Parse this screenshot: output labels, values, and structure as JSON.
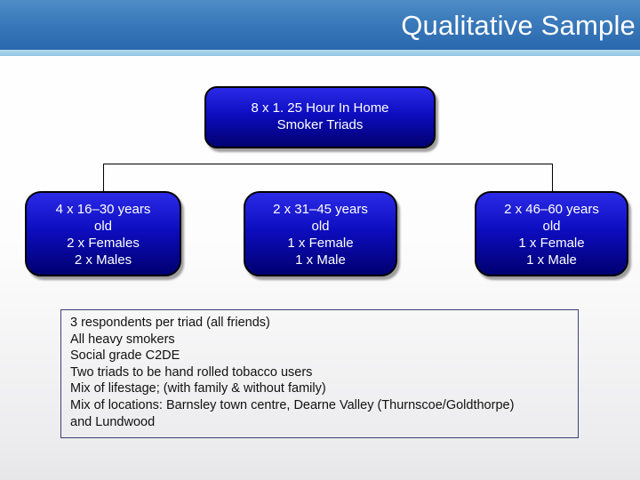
{
  "slide_title": "Qualitative Sample",
  "diagram": {
    "root": {
      "lines": [
        "8 x 1. 25 Hour In Home",
        "Smoker Triads"
      ]
    },
    "children": [
      {
        "lines": [
          "4 x 16–30 years",
          "old",
          "2 x Females",
          "2 x Males"
        ]
      },
      {
        "lines": [
          "2 x 31–45 years",
          "old",
          "1 x Female",
          "1 x Male"
        ]
      },
      {
        "lines": [
          "2 x 46–60 years",
          "old",
          "1 x Female",
          "1 x Male"
        ]
      }
    ]
  },
  "notes_lines": [
    "3 respondents per triad (all friends)",
    "All heavy smokers",
    "Social grade C2DE",
    "Two triads to be hand rolled tobacco users",
    "Mix of lifestage; (with family & without family)",
    "Mix of locations: Barnsley town centre, Dearne Valley (Thurnscoe/Goldthorpe)",
    "and Lundwood"
  ],
  "colors": {
    "title_bar_top": "#4e8dc6",
    "title_bar_bottom": "#2a68ae",
    "title_stripe": "#8fc3e2",
    "node_gradient_top": "#2b2be8",
    "node_gradient_bottom": "#000070",
    "node_text": "#ffffff",
    "node_border": "#000000",
    "connector": "#000000",
    "notes_border": "#3f3f74",
    "notes_text": "#111111"
  }
}
